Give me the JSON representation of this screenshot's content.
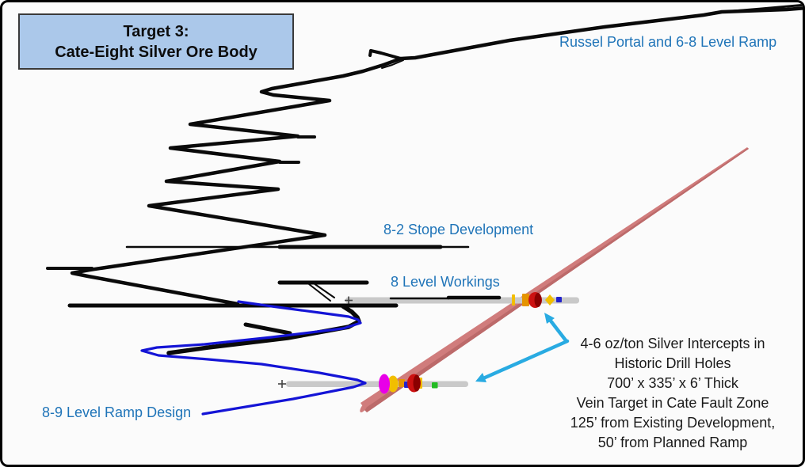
{
  "title": {
    "line1": "Target 3:",
    "line2": "Cate-Eight Silver Ore Body",
    "bg": "#ABC8EA"
  },
  "labels": {
    "portal": "Russel Portal and 6-8 Level Ramp",
    "stope": "8-2 Stope Development",
    "workings": "8 Level Workings",
    "ramp_design": "8-9 Level Ramp Design",
    "color": "#1F74B8"
  },
  "annotation": {
    "lines": [
      "4-6 oz/ton Silver Intercepts in",
      "Historic Drill Holes",
      "700’ x 335’ x 6’ Thick",
      "Vein Target in Cate Fault Zone",
      "125’ from Existing Development,",
      "50’ from Planned Ramp"
    ]
  },
  "colors": {
    "workings_black": "#0a0a0a",
    "ramp_blue": "#1414D6",
    "vein_pink": "#D07C7C",
    "vein_edge": "#BC6A6A",
    "arrow_cyan": "#29ABE2",
    "drill_gray": "#C9C9C9",
    "cross_gray": "#444444",
    "marker_red": "#CC1111",
    "marker_dark_red": "#8B0000",
    "marker_yellow": "#F2BE00",
    "marker_orange": "#E59400",
    "marker_magenta": "#E800E8",
    "marker_blue": "#2222CC",
    "marker_green": "#22BB22"
  }
}
